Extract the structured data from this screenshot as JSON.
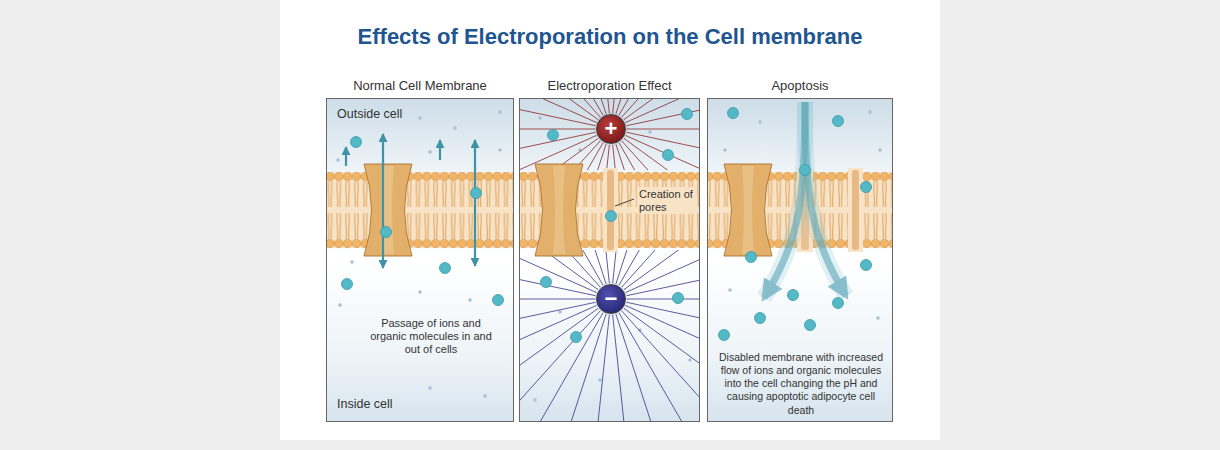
{
  "diagram": {
    "title": "Effects of Electroporation on the Cell membrane",
    "nodes": [
      {
        "text": [
          "Normal Cell Membrane",
          "Outside cell",
          "Passage of ions and organic molecules in and out of cells",
          "Inside cell"
        ]
      },
      {
        "text": [
          "Electroporation Effect",
          "Creation of pores"
        ]
      },
      {
        "text": [
          "+"
        ],
        "in": 1
      },
      {
        "text": [
          "−"
        ],
        "in": 1
      },
      {
        "text": [
          "Apoptosis",
          "Disabled membrane with increased flow of ions and organic molecules into the cell changing the pH and causing apoptotic adipocyte cell death"
        ]
      }
    ]
  }
}
